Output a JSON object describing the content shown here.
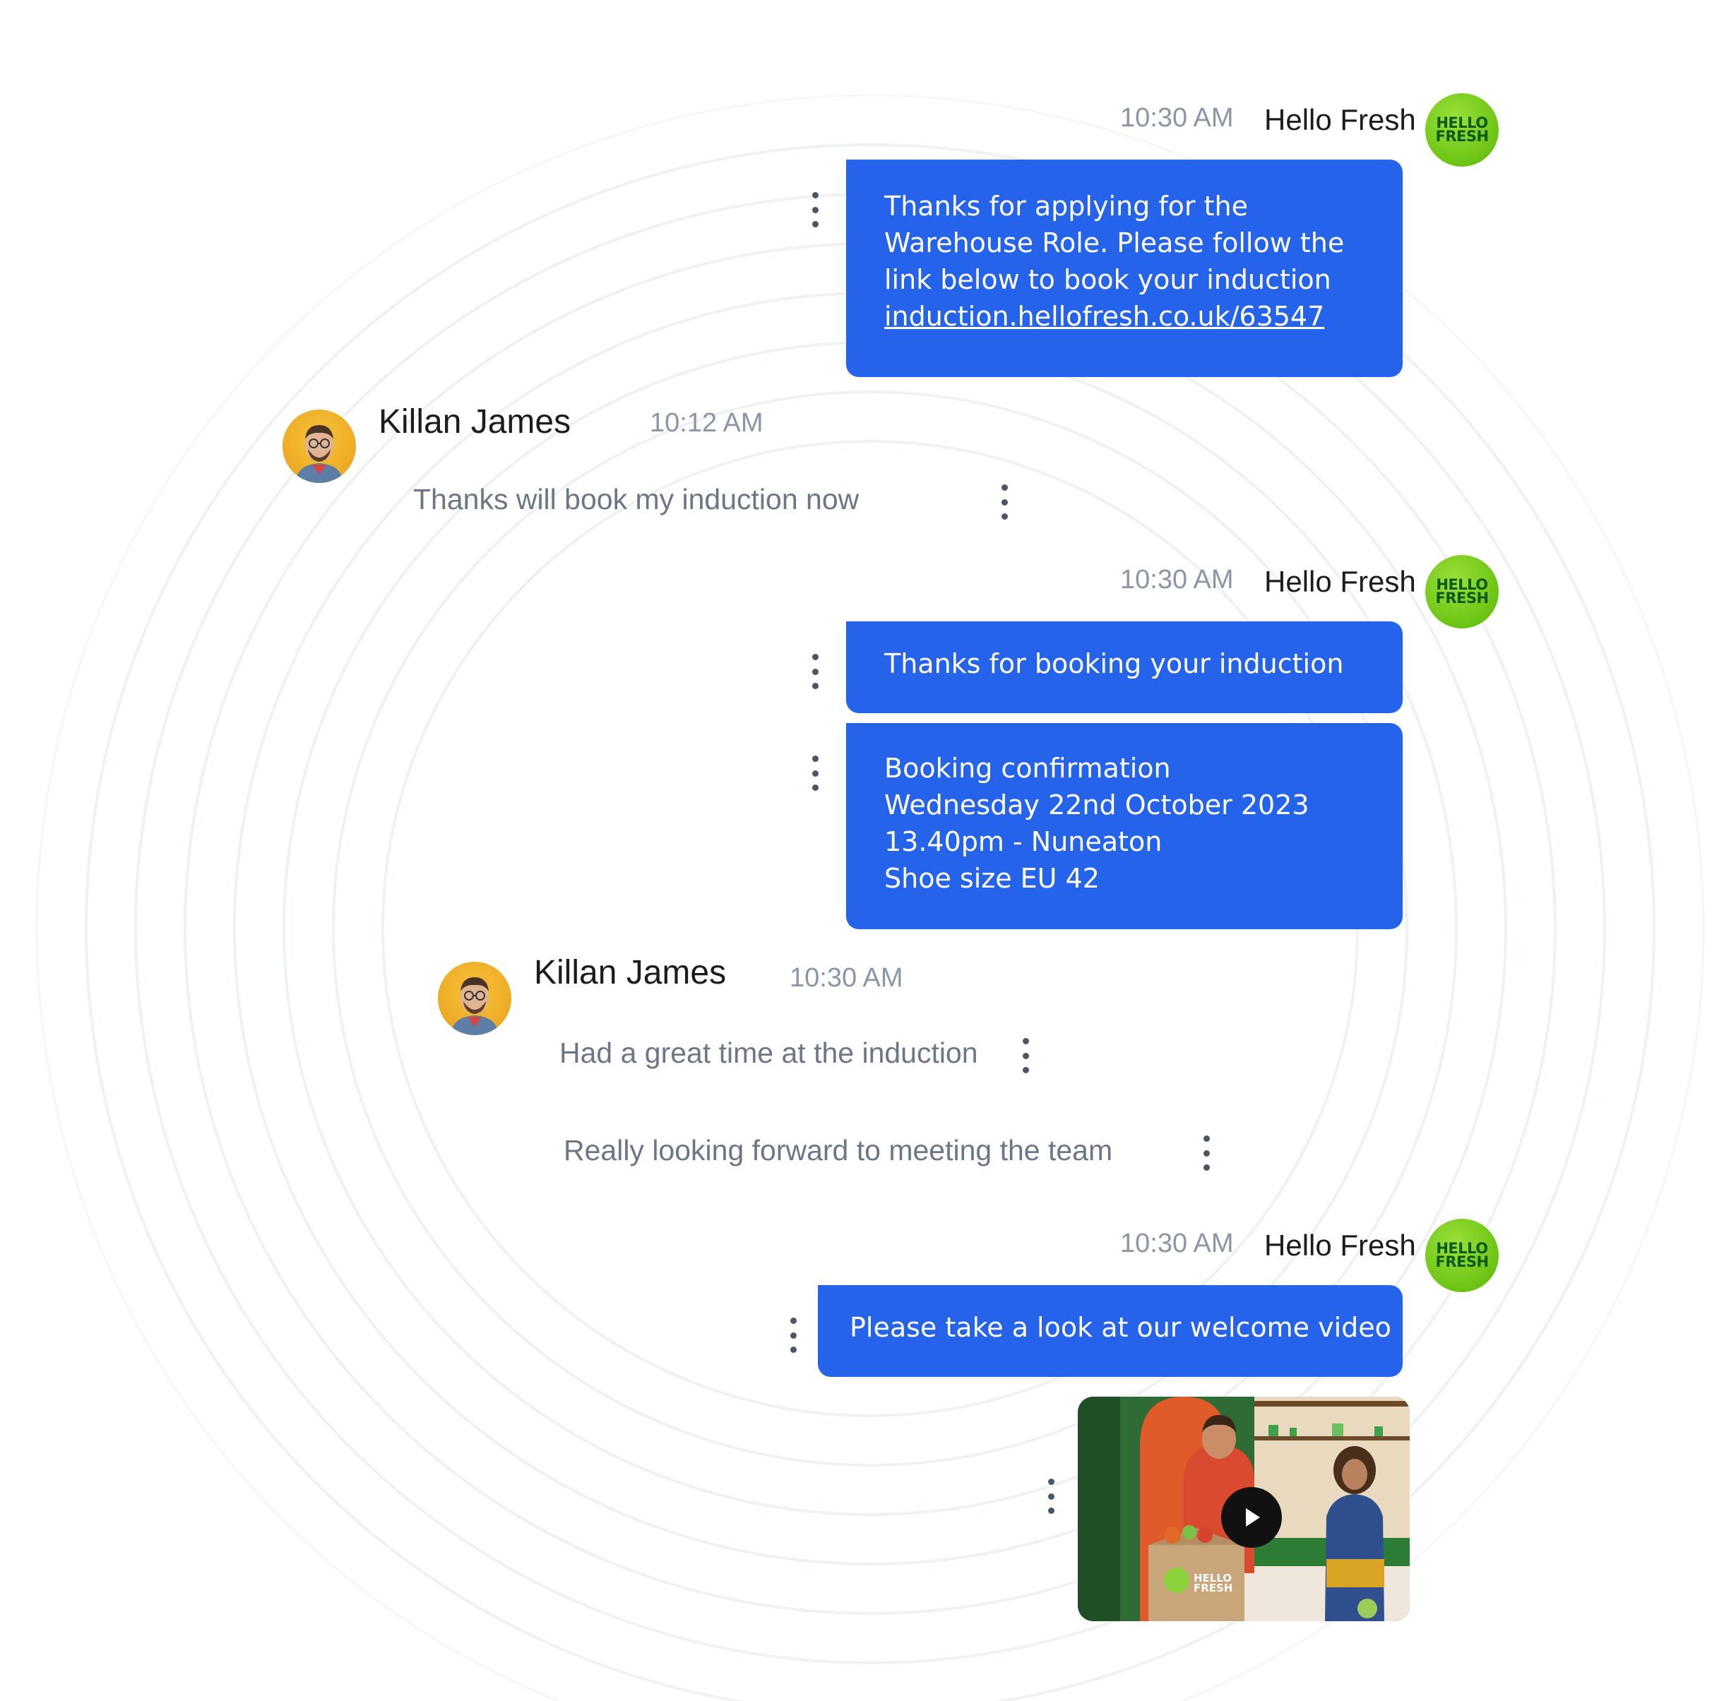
{
  "brand": {
    "name": "Hello Fresh",
    "logo_line1": "HELLO",
    "logo_line2": "FRESH",
    "accent_color": "#2563eb",
    "logo_color": "#6cc414"
  },
  "user": {
    "name": "Killan James"
  },
  "messages": [
    {
      "sender": "Hello Fresh",
      "time": "10:30 AM",
      "lines": [
        "Thanks for applying for the",
        "Warehouse Role. Please follow the",
        "link below to book your induction"
      ],
      "link": "induction.hellofresh.co.uk/63547"
    },
    {
      "sender": "Killan James",
      "time": "10:12 AM",
      "text": "Thanks will book my induction now"
    },
    {
      "sender": "Hello Fresh",
      "time": "10:30 AM",
      "bubbles": [
        {
          "lines": [
            "Thanks for booking your induction"
          ]
        },
        {
          "lines": [
            "Booking confirmation",
            "Wednesday 22nd October 2023",
            "13.40pm - Nuneaton",
            "Shoe size EU 42"
          ]
        }
      ]
    },
    {
      "sender": "Killan James",
      "time": "10:30 AM",
      "texts": [
        "Had a great time at the induction",
        "Really looking forward to meeting the team"
      ]
    },
    {
      "sender": "Hello Fresh",
      "time": "10:30 AM",
      "text": "Please take a look at our welcome video",
      "video": {
        "box_line1": "HELLO",
        "box_line2": "FRESH",
        "icon": "play-icon"
      }
    }
  ]
}
